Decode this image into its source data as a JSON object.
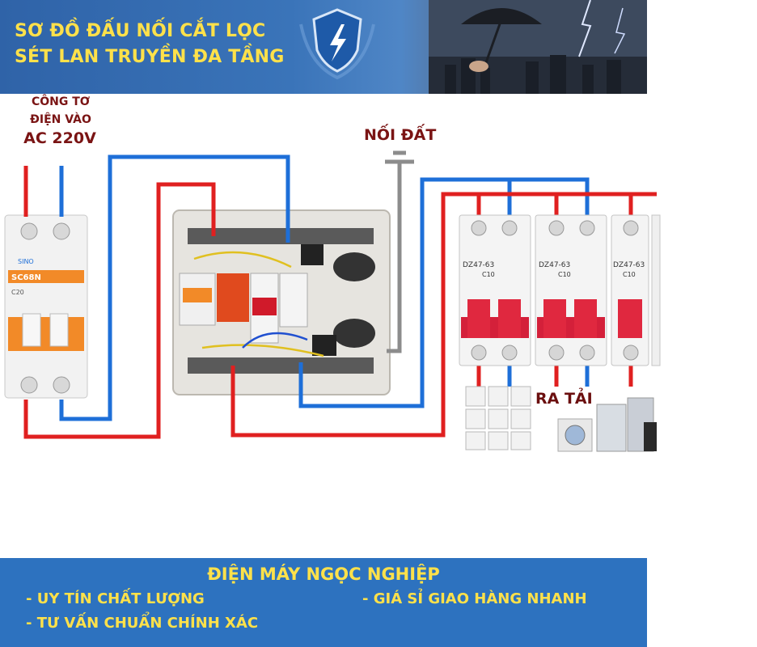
{
  "header": {
    "line1": "SƠ ĐỒ ĐẤU NỐI CẮT LỌC",
    "line2": "SÉT LAN TRUYỀN ĐA TẦNG"
  },
  "labels": {
    "meter_line1": "CÔNG TƠ",
    "meter_line2": "ĐIỆN VÀO",
    "meter_voltage": "AC 220V",
    "ground": "NỐI ĐẤT",
    "load": "RA TẢI"
  },
  "breakers": {
    "main_brand": "SINO",
    "main_model": "SC68N",
    "main_rating": "C20",
    "branch_model": "DZ47-63",
    "branch_rating": "C10"
  },
  "footer": {
    "brand": "ĐIỆN MÁY NGỌC NGHIỆP",
    "item1": "- UY TÍN CHẤT LƯỢNG",
    "item2": "- TƯ VẤN CHUẨN CHÍNH XÁC",
    "item3": "- GIÁ SỈ GIAO HÀNG NHANH"
  },
  "colors": {
    "live_wire": "#e02020",
    "neutral_wire": "#1e6fd8",
    "ground_wire": "#8c8c8c",
    "title_text": "#ffe14a",
    "footer_bg": "#2d72bf"
  }
}
